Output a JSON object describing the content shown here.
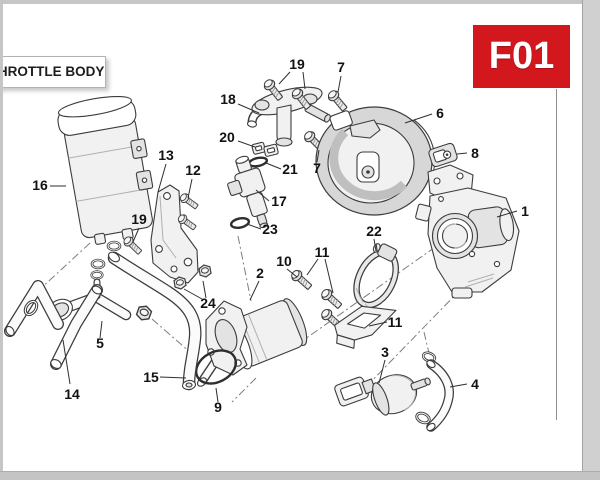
{
  "header": {
    "tab_label": "THROTTLE BODY",
    "page_code": "F01",
    "code_bg_color": "#d2171d",
    "code_text_color": "#ffffff"
  },
  "diagram": {
    "description": "Exploded parts diagram of throttle body assembly",
    "labels": [
      {
        "number": "1",
        "part": "throttle-body"
      },
      {
        "number": "2",
        "part": "intake-manifold-pipe"
      },
      {
        "number": "3",
        "part": "valve"
      },
      {
        "number": "4",
        "part": "vent-hose"
      },
      {
        "number": "5",
        "part": "elbow-connector"
      },
      {
        "number": "6",
        "part": "cover"
      },
      {
        "number": "7",
        "part": "bolt-upper"
      },
      {
        "number": "7",
        "part": "bolt-lower"
      },
      {
        "number": "8",
        "part": "clip"
      },
      {
        "number": "9",
        "part": "o-ring-seal"
      },
      {
        "number": "10",
        "part": "bolt"
      },
      {
        "number": "11",
        "part": "bolts"
      },
      {
        "number": "11",
        "part": "bracket"
      },
      {
        "number": "12",
        "part": "bolts"
      },
      {
        "number": "13",
        "part": "bracket-plate"
      },
      {
        "number": "14",
        "part": "hose"
      },
      {
        "number": "15",
        "part": "hose-long"
      },
      {
        "number": "16",
        "part": "canister"
      },
      {
        "number": "17",
        "part": "fuel-injector"
      },
      {
        "number": "18",
        "part": "fuel-rail"
      },
      {
        "number": "19",
        "part": "bolts-top"
      },
      {
        "number": "19",
        "part": "bolt-left"
      },
      {
        "number": "20",
        "part": "retaining-clip"
      },
      {
        "number": "21",
        "part": "o-ring-upper"
      },
      {
        "number": "22",
        "part": "hose-clamp"
      },
      {
        "number": "23",
        "part": "o-ring-lower"
      },
      {
        "number": "24",
        "part": "nuts"
      }
    ]
  }
}
